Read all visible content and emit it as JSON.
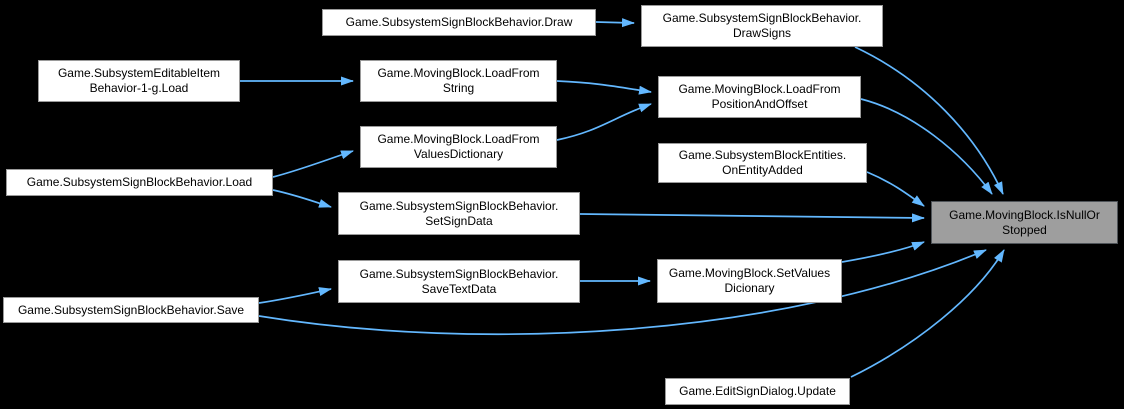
{
  "diagram": {
    "title": "Call graph for Game.MovingBlock.IsNullOrStopped",
    "background": "#000000",
    "edge_color": "#63b8ff",
    "node_fill": "#ffffff",
    "node_border": "#9a9a9a",
    "highlight_fill": "#9e9e9e",
    "highlight_border": "#4f5459",
    "text_color": "#000000"
  },
  "nodes": [
    {
      "id": "draw",
      "lines": [
        "Game.SubsystemSignBlockBehavior.Draw"
      ]
    },
    {
      "id": "draw-signs",
      "lines": [
        "Game.SubsystemSignBlockBehavior.",
        "DrawSigns"
      ]
    },
    {
      "id": "editable-item-load",
      "lines": [
        "Game.SubsystemEditableItem",
        "Behavior-1-g.Load"
      ]
    },
    {
      "id": "load-from-string",
      "lines": [
        "Game.MovingBlock.LoadFrom",
        "String"
      ]
    },
    {
      "id": "load-from-position-and-offset",
      "lines": [
        "Game.MovingBlock.LoadFrom",
        "PositionAndOffset"
      ]
    },
    {
      "id": "load-from-values-dictionary",
      "lines": [
        "Game.MovingBlock.LoadFrom",
        "ValuesDictionary"
      ]
    },
    {
      "id": "on-entity-added",
      "lines": [
        "Game.SubsystemBlockEntities.",
        "OnEntityAdded"
      ]
    },
    {
      "id": "sign-load",
      "lines": [
        "Game.SubsystemSignBlockBehavior.Load"
      ]
    },
    {
      "id": "set-sign-data",
      "lines": [
        "Game.SubsystemSignBlockBehavior.",
        "SetSignData"
      ]
    },
    {
      "id": "is-null-or-stopped",
      "lines": [
        "Game.MovingBlock.IsNullOr",
        "Stopped"
      ],
      "highlighted": true
    },
    {
      "id": "save-text-data",
      "lines": [
        "Game.SubsystemSignBlockBehavior.",
        "SaveTextData"
      ]
    },
    {
      "id": "set-values-dicionary",
      "lines": [
        "Game.MovingBlock.SetValues",
        "Dicionary"
      ]
    },
    {
      "id": "sign-save",
      "lines": [
        "Game.SubsystemSignBlockBehavior.Save"
      ]
    },
    {
      "id": "edit-sign-dialog-update",
      "lines": [
        "Game.EditSignDialog.Update"
      ]
    }
  ],
  "edges": [
    {
      "from": "draw",
      "to": "draw-signs"
    },
    {
      "from": "editable-item-load",
      "to": "load-from-string"
    },
    {
      "from": "load-from-string",
      "to": "load-from-position-and-offset"
    },
    {
      "from": "load-from-values-dictionary",
      "to": "load-from-position-and-offset"
    },
    {
      "from": "sign-load",
      "to": "load-from-values-dictionary"
    },
    {
      "from": "sign-load",
      "to": "set-sign-data"
    },
    {
      "from": "set-sign-data",
      "to": "is-null-or-stopped"
    },
    {
      "from": "on-entity-added",
      "to": "is-null-or-stopped"
    },
    {
      "from": "draw-signs",
      "to": "is-null-or-stopped"
    },
    {
      "from": "load-from-position-and-offset",
      "to": "is-null-or-stopped"
    },
    {
      "from": "save-text-data",
      "to": "set-values-dicionary"
    },
    {
      "from": "set-values-dicionary",
      "to": "is-null-or-stopped"
    },
    {
      "from": "sign-save",
      "to": "save-text-data"
    },
    {
      "from": "sign-save",
      "to": "is-null-or-stopped"
    },
    {
      "from": "edit-sign-dialog-update",
      "to": "is-null-or-stopped"
    }
  ]
}
